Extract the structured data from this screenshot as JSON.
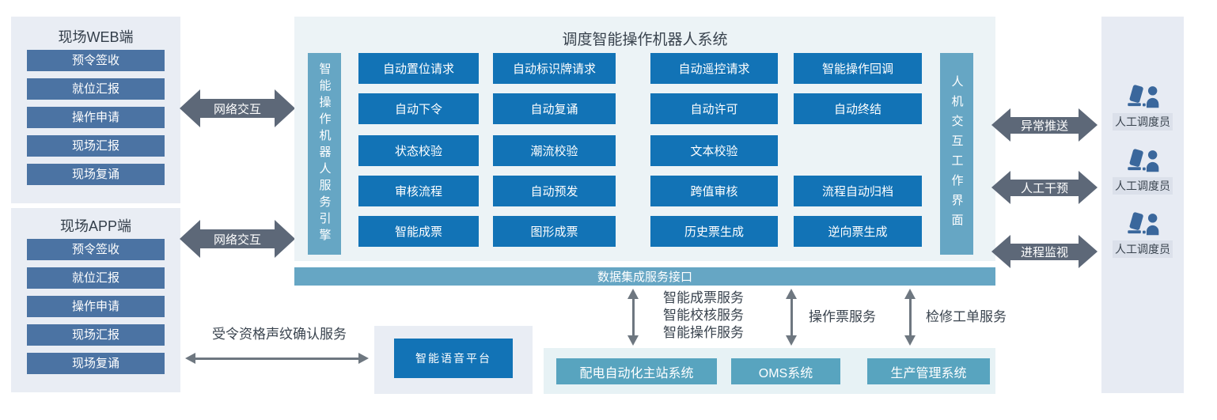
{
  "web_panel": {
    "title": "现场WEB端",
    "items": [
      "预令签收",
      "就位汇报",
      "操作申请",
      "现场汇报",
      "现场复诵"
    ]
  },
  "app_panel": {
    "title": "现场APP端",
    "items": [
      "预令签收",
      "就位汇报",
      "操作申请",
      "现场汇报",
      "现场复诵"
    ]
  },
  "network_arrows": {
    "web": "网络交互",
    "app": "网络交互"
  },
  "main_system": {
    "title": "调度智能操作机器人系统",
    "left_bar": "智能操作机器人服务引擎",
    "right_bar": "人机交互工作界面",
    "cells": [
      "自动置位请求",
      "自动标识牌请求",
      "自动遥控请求",
      "智能操作回调",
      "自动下令",
      "自动复诵",
      "自动许可",
      "自动终结",
      "状态校验",
      "潮流校验",
      "文本校验",
      "审核流程",
      "自动预发",
      "跨值审核",
      "流程自动归档",
      "智能成票",
      "图形成票",
      "历史票生成",
      "逆向票生成"
    ]
  },
  "data_bus": {
    "label": "数据集成服务接口"
  },
  "integration_services": {
    "group1_lines": [
      "智能成票服务",
      "智能校核服务",
      "智能操作服务"
    ],
    "group2_label": "操作票服务",
    "group3_label": "检修工单服务"
  },
  "external_systems": {
    "items": [
      "配电自动化主站系统",
      "OMS系统",
      "生产管理系统"
    ]
  },
  "voice": {
    "service_label": "受令资格声纹确认服务",
    "platform": "智能语音平台"
  },
  "dispatcher_arrows": {
    "items": [
      "异常推送",
      "人工干预",
      "进程监视"
    ]
  },
  "dispatchers": {
    "label": "人工调度员"
  },
  "colors": {
    "primary_blue": "#1273b6",
    "bar_blue": "#66a6c4",
    "steel_blue": "#4b73a3",
    "teal": "#58a4bf",
    "arrow_gray": "#5d6878",
    "thin_arrow_gray": "#6e7780",
    "panel_gray": "#e9edf4",
    "main_bg": "#ecf3f6",
    "ext_bg": "#e7f2f5",
    "icon_blue": "#3a679c"
  }
}
